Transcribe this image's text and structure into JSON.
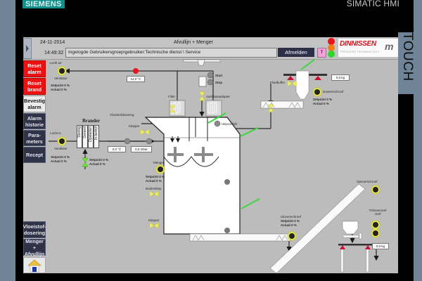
{
  "bezel": {
    "brand": "SIEMENS",
    "product": "SIMATIC HMI",
    "touch_label": "TOUCH"
  },
  "header": {
    "date": "24-11-2014",
    "time": "14:49:32",
    "title": "Afvullijn + Menger",
    "user_info": "Ingelogde Gebruikersgroep\\gebruiker:Technische dienst \\ Service",
    "logout_label": "Afmelden",
    "t_button_label": "T",
    "status_lamps": [
      {
        "name": "red",
        "color": "#e8141a"
      },
      {
        "name": "orange",
        "color": "#f07c1c"
      },
      {
        "name": "green",
        "color": "#2fd42f"
      }
    ],
    "logo": {
      "brand": "DINNISSEN",
      "subtitle": "PROCESS TECHNOLOGY",
      "mark": "m"
    }
  },
  "sidebar": {
    "items": [
      {
        "id": "reset-alarm",
        "label": "Reset alarm",
        "style": "red"
      },
      {
        "id": "reset-brand",
        "label": "Reset brand",
        "style": "red"
      },
      {
        "id": "bevestig-alarm",
        "label": "Bevestig alarm",
        "style": "light"
      },
      {
        "id": "alarm-historie",
        "label": "Alarm historie",
        "style": "dark"
      },
      {
        "id": "parameters",
        "label": "Para- meters",
        "style": "dark"
      },
      {
        "id": "recept",
        "label": "Recept",
        "style": "dark"
      },
      {
        "id": "vloeistofdosering",
        "label": "Vloeistof- dosering",
        "style": "dark"
      },
      {
        "id": "menger-afvullijn",
        "label": "Menger + Afvullijn",
        "style": "dark"
      }
    ],
    "home_icon": "home-icon"
  },
  "process": {
    "lucht_uit": "Lucht uit",
    "lucht_in": "Lucht in",
    "ventilator_1": {
      "label": "Ventilator",
      "setpoint": "Setpoint  0 %",
      "actual": "Actual    0 %"
    },
    "ventilator_2": {
      "label": "Ventilator",
      "setpoint": "Setpoint  0 %",
      "actual": "Actual    0 %"
    },
    "temp_top": "14,0 °C",
    "filter": "Filter",
    "start": "Start",
    "stop": "Stop",
    "aanblaasadapter": "Aanblaasadapter",
    "vloeistofdosering": "Vloeistofdosering",
    "uitpoorfluik": "Uitpoorfluik",
    "brander": {
      "title": "Brander",
      "columns": [
        "Storing",
        "Gereed",
        "Opstarten",
        "In bedrijf"
      ]
    },
    "klepper_1": "Klepper",
    "klepper_2": "Klepper",
    "temp_brander": "0,0 °C",
    "pressure": "0,0 mbar",
    "valve_setpoint": "Setpoint  0 %",
    "valve_actual": "Actual    0 %",
    "menger": {
      "label": "Menger",
      "setpoint": "Setpoint  0 %",
      "actual": "Actual    0 %"
    },
    "bodemklep": "Bodemklep",
    "fluidbuffer": "Fluidbuffer",
    "doseerschroef": {
      "label": "Doseerschroef",
      "setpoint": "Setpoint  0 %",
      "actual": "Actual    0 %"
    },
    "weight_top": "0,0 kg",
    "uitvoerschroef": {
      "label": "Uitvoerschroef",
      "setpoint": "Setpoint  0 %",
      "actual": "Actual    0 %"
    },
    "opvoerschroef": "Opvoerschroef",
    "trommelzeef": "Trilmeerzeef zeef",
    "weight_bottom": "0,0 kg",
    "motor_symbol": "M"
  }
}
